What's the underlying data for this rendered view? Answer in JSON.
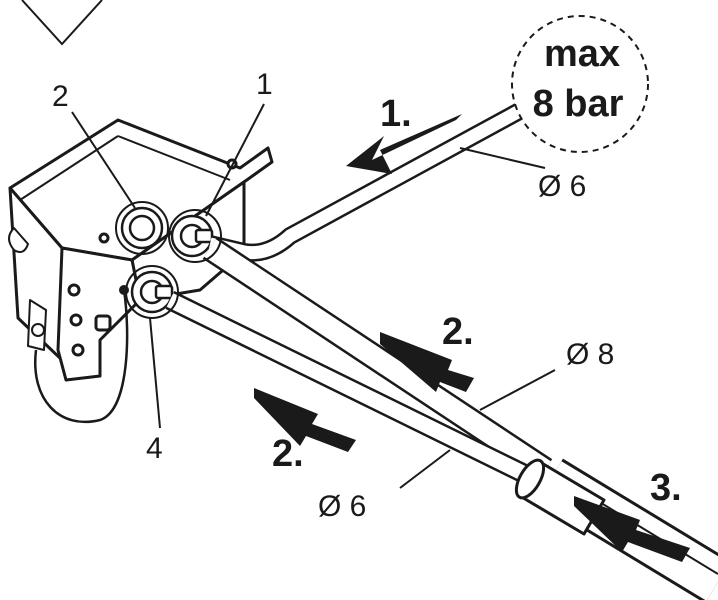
{
  "callouts": {
    "c1": "1",
    "c2": "2",
    "c4": "4"
  },
  "steps": {
    "s1": "1.",
    "s2a": "2.",
    "s2b": "2.",
    "s3": "3."
  },
  "diameters": {
    "top": "Ø 6",
    "mid": "Ø 8",
    "bottom": "Ø 6"
  },
  "pressure_badge": {
    "line1": "max",
    "line2": "8 bar"
  },
  "colors": {
    "line": "#1a1a1a",
    "fill": "#ffffff"
  }
}
